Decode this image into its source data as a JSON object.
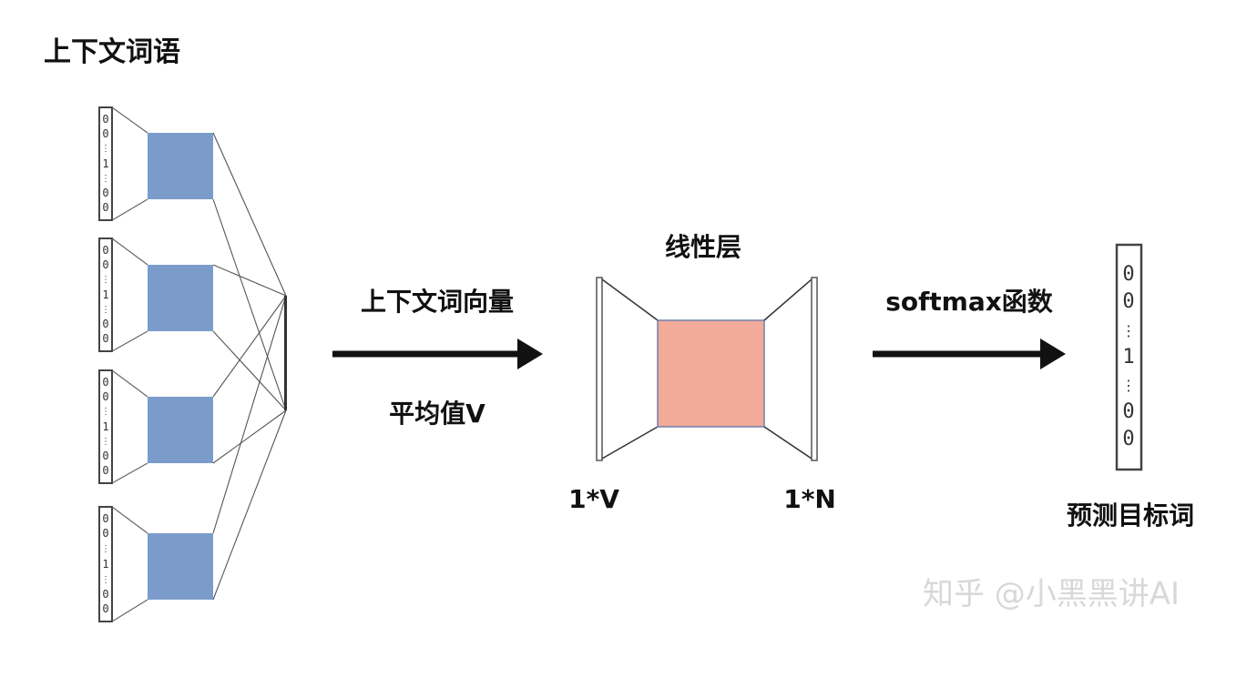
{
  "labels": {
    "context_words": "上下文词语",
    "arrow1_top": "上下文词向量",
    "arrow1_bottom": "平均值V",
    "linear_layer": "线性层",
    "input_dim": "1*V",
    "output_dim": "1*N",
    "arrow2_top": "softmax函数",
    "predicted_word": "预测目标词"
  },
  "one_hot_vector": [
    "0",
    "0",
    "1",
    "0",
    "0"
  ],
  "ellipsis": "⋮",
  "watermark": "知乎 @小黑黑讲AI",
  "colors": {
    "embedding_block": "#7b9bcb",
    "linear_block": "#f2ab98",
    "arrow": "#111111",
    "watermark": "#d8d8d8"
  }
}
